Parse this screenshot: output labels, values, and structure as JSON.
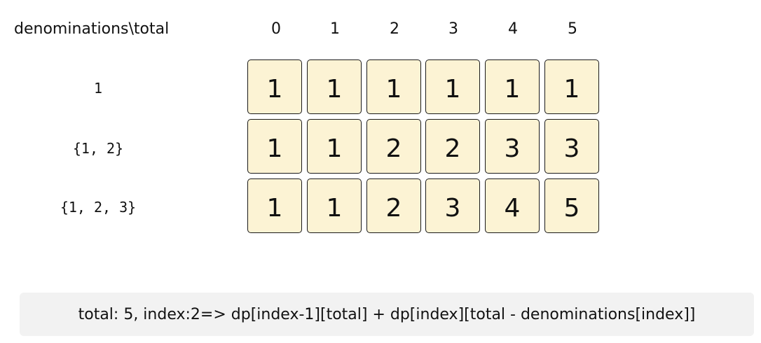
{
  "corner_label": "denominations\\total",
  "col_headers": [
    "0",
    "1",
    "2",
    "3",
    "4",
    "5"
  ],
  "row_labels": [
    "1",
    "{1, 2}",
    "{1, 2, 3}"
  ],
  "grid": [
    [
      "1",
      "1",
      "1",
      "1",
      "1",
      "1"
    ],
    [
      "1",
      "1",
      "2",
      "2",
      "3",
      "3"
    ],
    [
      "1",
      "1",
      "2",
      "3",
      "4",
      "5"
    ]
  ],
  "formula": "total: 5, index:2=> dp[index-1][total] + dp[index][total - denominations[index]]",
  "colors": {
    "cell_fill": "#fcf3d4",
    "cell_border": "#1a1a1a",
    "formula_bg": "#f2f2f2"
  }
}
